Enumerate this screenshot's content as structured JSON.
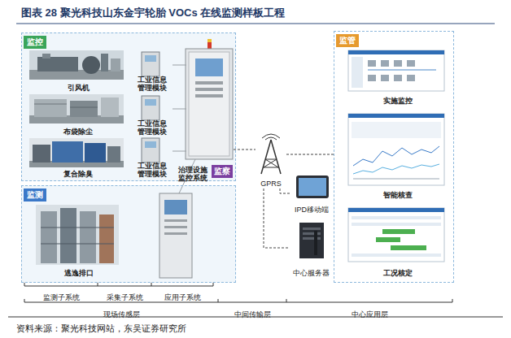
{
  "diagram": {
    "title": "图表 28 聚光科技山东金宇轮胎 VOCs 在线监测样板工程",
    "caption": "资料来源：聚光科技网站，东吴证券研究所",
    "nodes": [
      {
        "text": [
          "监控"
        ]
      },
      {
        "text": [
          "引风机"
        ],
        "in": 0
      },
      {
        "text": [
          "工业信息 管理模块"
        ],
        "in": 0
      },
      {
        "text": [
          "布袋除尘"
        ],
        "in": 0
      },
      {
        "text": [
          "工业信息 管理模块"
        ],
        "in": 0
      },
      {
        "text": [
          "复合除臭"
        ],
        "in": 0
      },
      {
        "text": [
          "工业信息 管理模块"
        ],
        "in": 0
      },
      {
        "text": [
          "治理设施 监控系统"
        ],
        "in": 0
      },
      {
        "text": [
          "监测"
        ]
      },
      {
        "text": [
          "逃逸排口"
        ],
        "in": 8
      },
      {
        "text": [
          "GPRS"
        ]
      },
      {
        "text": [
          "IPD移动端"
        ]
      },
      {
        "text": [
          "中心服务器"
        ]
      },
      {
        "text": [
          "监管"
        ]
      },
      {
        "text": [
          "实施监控"
        ],
        "in": 13
      },
      {
        "text": [
          "智能核查"
        ],
        "in": 13
      },
      {
        "text": [
          "工况核定"
        ],
        "in": 13
      }
    ],
    "edges": [
      {
        "from": 2,
        "to": 7,
        "arrow": "none"
      },
      {
        "from": 4,
        "to": 7,
        "arrow": "none"
      },
      {
        "from": 6,
        "to": 7,
        "arrow": "none"
      },
      {
        "from": 7,
        "to": 10,
        "arrow": "none"
      },
      {
        "from": 10,
        "to": 11,
        "arrow": "none"
      },
      {
        "from": 10,
        "to": 12,
        "arrow": "none"
      },
      {
        "from": 10,
        "to": 13,
        "arrow": "none"
      }
    ],
    "labels": [
      "监察",
      "监测子系统",
      "采集子系统",
      "应用子系统",
      "现场传感层",
      "中间传输层",
      "中心应用层"
    ]
  }
}
